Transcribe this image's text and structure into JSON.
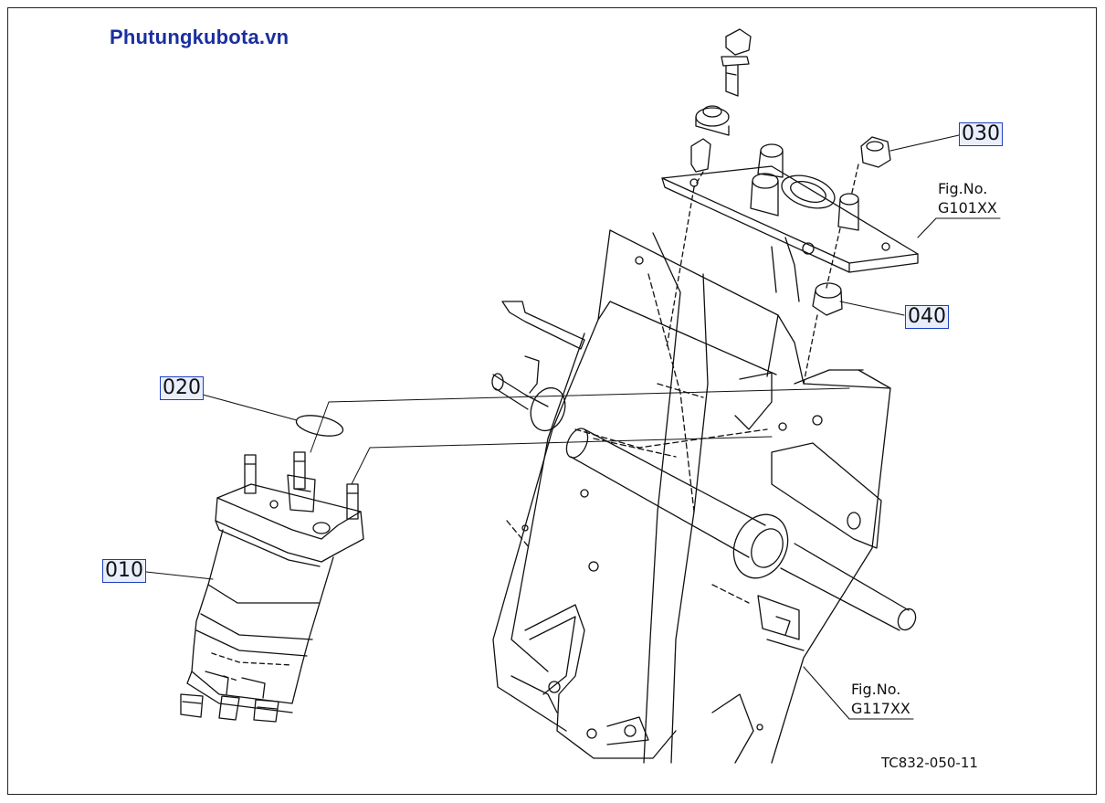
{
  "watermark": "Phutungkubota.vn",
  "diagram_code": "TC832-050-11",
  "callouts": [
    {
      "id": "010"
    },
    {
      "id": "020"
    },
    {
      "id": "030"
    },
    {
      "id": "040"
    }
  ],
  "figure_refs": [
    {
      "prefix": "Fig.No.",
      "code": "G101XX"
    },
    {
      "prefix": "Fig.No.",
      "code": "G117XX"
    }
  ],
  "colors": {
    "watermark": "#1a2fa0",
    "callout_border": "#1f3fbf",
    "callout_fill": "#e9eefc",
    "line": "#111111"
  }
}
